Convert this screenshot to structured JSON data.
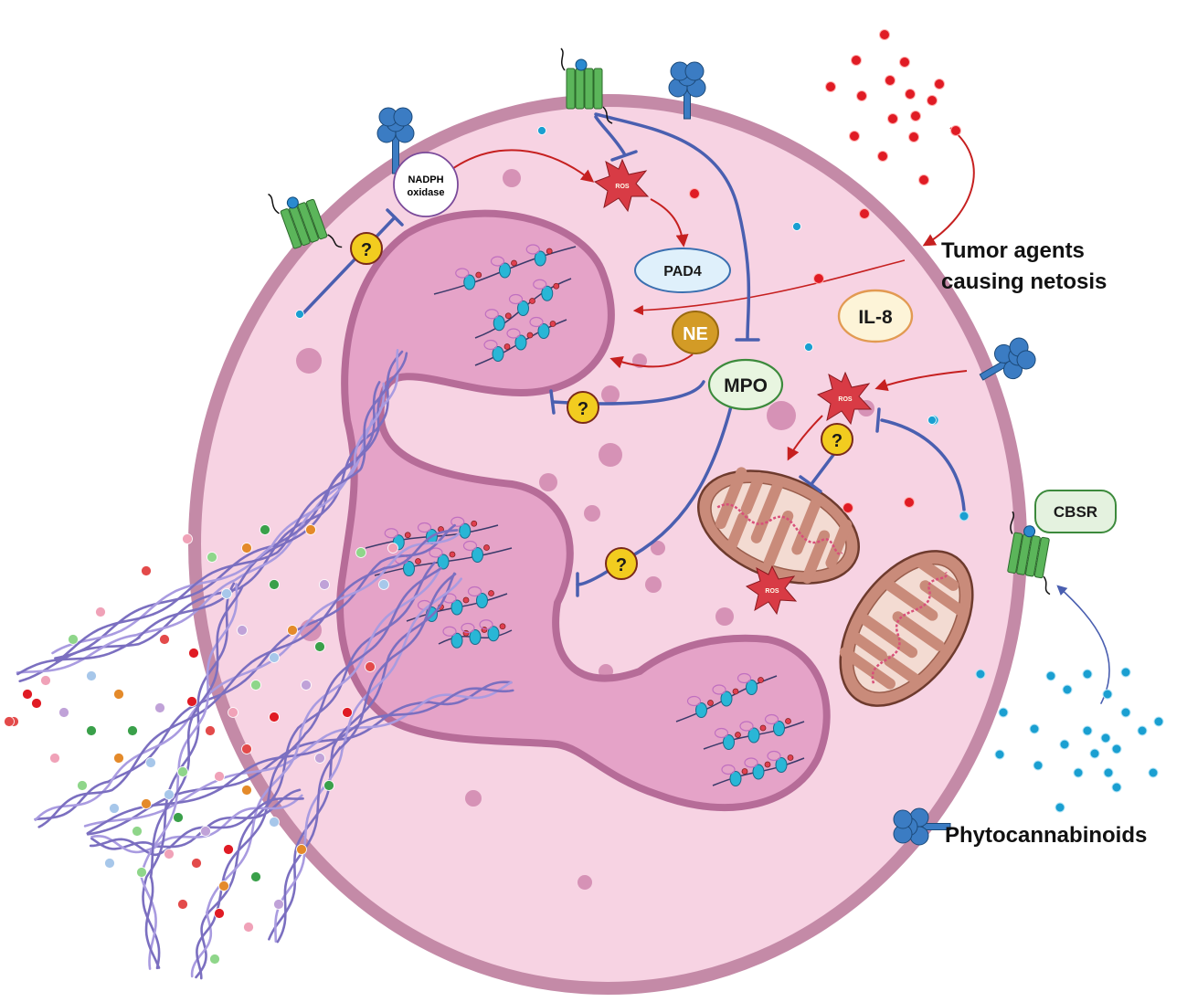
{
  "labels": {
    "nadph_line1": "NADPH",
    "nadph_line2": "oxidase",
    "ros": "ROS",
    "pad4": "PAD4",
    "ne": "NE",
    "mpo": "MPO",
    "il8": "IL-8",
    "cbsr": "CBSR",
    "question": "?",
    "tumor_line1": "Tumor agents",
    "tumor_line2": "causing netosis",
    "phyto": "Phytocannabinoids"
  },
  "colors": {
    "cell_fill": "#f7d3e3",
    "cell_border": "#c48aa7",
    "nucleus_fill": "#e5a3c8",
    "nucleus_border": "#b66c98",
    "granule": "#d28bb0",
    "inhibit": "#4a5fb0",
    "activate": "#c62020",
    "ros_star": "#d83b45",
    "question_fill": "#f2cc1f",
    "question_border": "#7a2a1a",
    "receptor_green": "#5bb55a",
    "receptor_blue": "#3b7cc3",
    "dna": "#7b6fc0",
    "tumor_dot": "#e01b24",
    "phyto_dot": "#1a9fd1",
    "mito_fill": "#c98b7a",
    "mito_inner": "#f3dbd2",
    "pad4_fill": "#dff0fb",
    "pad4_border": "#3a6fb0",
    "mpo_fill": "#e8f5e0",
    "mpo_border": "#3c8a3c",
    "ne_fill": "#d39b26",
    "il8_fill": "#fdf4d8",
    "il8_border": "#e29a52",
    "cbsr_fill": "#e4f2df",
    "cbsr_border": "#3c8a3c"
  },
  "icons": [
    "gpcr-receptor-icon",
    "cluster-receptor-icon",
    "ros-star-icon",
    "question-badge-icon",
    "mitochondrion-icon",
    "dna-helix-icon",
    "nucleosome-icon"
  ]
}
